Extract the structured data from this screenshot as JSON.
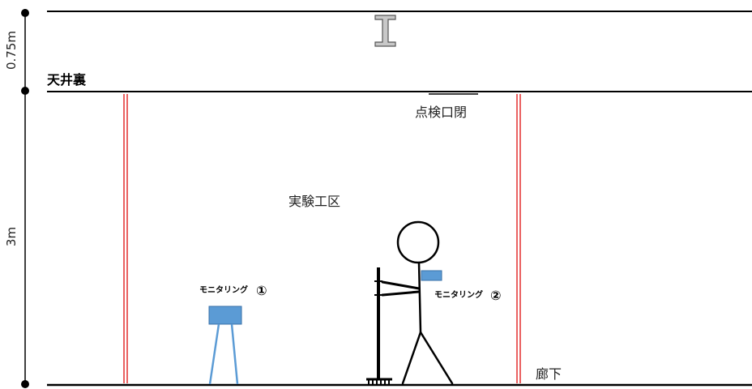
{
  "labels": {
    "ceiling_space": "天井裏",
    "inspection_hatch": "点検口閉",
    "test_area": "実験工区",
    "corridor": "廊下",
    "monitoring_1": "モニタリング",
    "monitoring_1_num": "①",
    "monitoring_2": "モニタリング",
    "monitoring_2_num": "②"
  },
  "dimensions": {
    "upper_height": "0.75m",
    "lower_height": "3m"
  },
  "colors": {
    "wall_line": "#e02020",
    "device_fill": "#5b9bd5",
    "device_stroke": "#3a70a8",
    "tripod": "#5b9bd5",
    "line": "#000000"
  }
}
